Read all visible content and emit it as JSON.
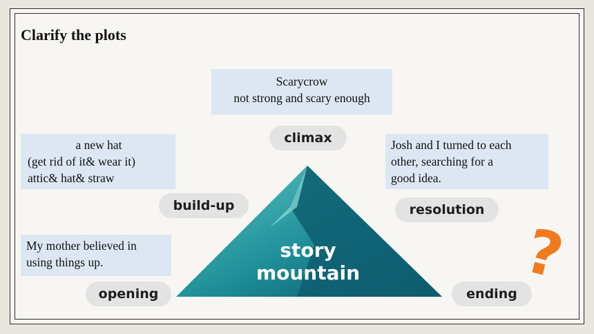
{
  "title": "Clarify the plots",
  "climax_box": {
    "lines": [
      "Scarycrow",
      "not strong and scary enough"
    ]
  },
  "buildup_box": {
    "lines": [
      "a new hat",
      "(get rid of it& wear it)",
      "attic& hat& straw"
    ]
  },
  "resolution_box": {
    "lines": [
      "Josh and I turned to each",
      "other, searching for a",
      "good idea."
    ]
  },
  "opening_box": {
    "lines": [
      "My mother believed in",
      "using things up."
    ]
  },
  "labels": {
    "climax": "climax",
    "buildup": "build-up",
    "resolution": "resolution",
    "opening": "opening",
    "ending": "ending"
  },
  "mountain": {
    "lines": [
      "story",
      "mountain"
    ]
  },
  "question_mark": "?",
  "colors": {
    "mountain_light": "#5ec9c9",
    "mountain_dark": "#0b5264",
    "box_bg": "#dce7f3",
    "pill_bg": "#e3e3e3",
    "question": "#f07b1e"
  }
}
